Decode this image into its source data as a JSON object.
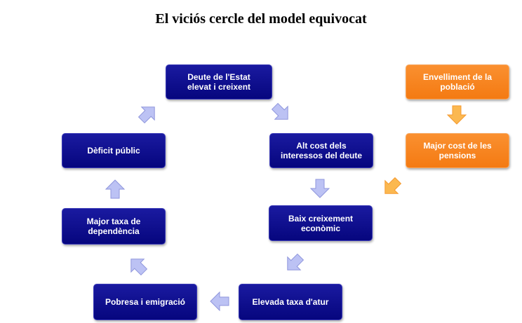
{
  "title": "El viciós cercle del model equivocat",
  "nodes": {
    "deute": "Deute de l'Estat elevat i creixent",
    "alt_cost": "Alt cost dels interessos del deute",
    "baix": "Baix creixement econòmic",
    "elevada": "Elevada taxa d'atur",
    "pobresa": "Pobresa i emigració",
    "major_taxa": "Major taxa de dependència",
    "deficit": "Dèficit públic",
    "envelliment": "Envelliment de la població",
    "pensions": "Major cost de les pensions"
  },
  "colors": {
    "cycle": "#0a0a8c",
    "external": "#f5821a",
    "cycle_arrow": "#bcc2f4",
    "external_arrow": "#fbb850"
  }
}
